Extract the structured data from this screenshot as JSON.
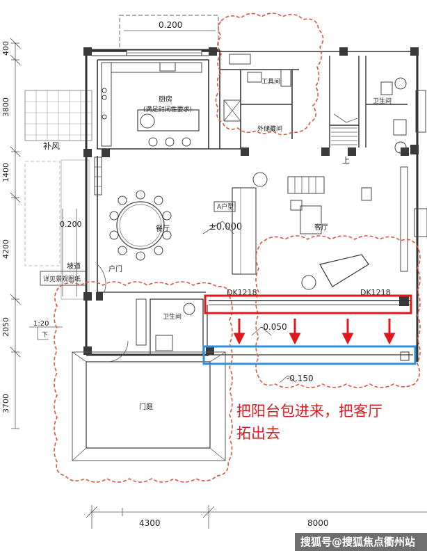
{
  "labels": {
    "dim_top": "0.200",
    "dim_top_left": "0.200",
    "kitchen": "厨房",
    "kitchen_note": "(满足封闭性要求)",
    "tool_room": "工具间",
    "storage": "外储藏间",
    "bath_top": "卫生间",
    "up": "上",
    "fill_wind": "补风",
    "dining": "餐厅",
    "a_entry": "A户型",
    "elevation_main": "±0.000",
    "living": "客厅",
    "ramp": "坡道",
    "ramp_note": "详见景观图纸",
    "door": "户门",
    "window_left": "DK1218",
    "window_right": "DK1218",
    "bath_bottom": "卫生间",
    "slope": "1:20",
    "slope_dir": "下",
    "elevation_balcony": "-0.050",
    "elevation_outside": "-0.150",
    "garden": "门庭"
  },
  "dims_left": [
    "400",
    "3800",
    "1400",
    "4200",
    "2050",
    "3700"
  ],
  "dims_bottom": [
    "4300",
    "8000"
  ],
  "annotation": {
    "line1": "把阳台包进来，把客厅",
    "line2": "拓出去"
  },
  "watermark": "搜狐号@搜狐焦点衢州站",
  "colors": {
    "annotation_red": "#e0191f",
    "highlight_blue": "#2f8fd8",
    "revision_cloud": "#d9573d"
  }
}
